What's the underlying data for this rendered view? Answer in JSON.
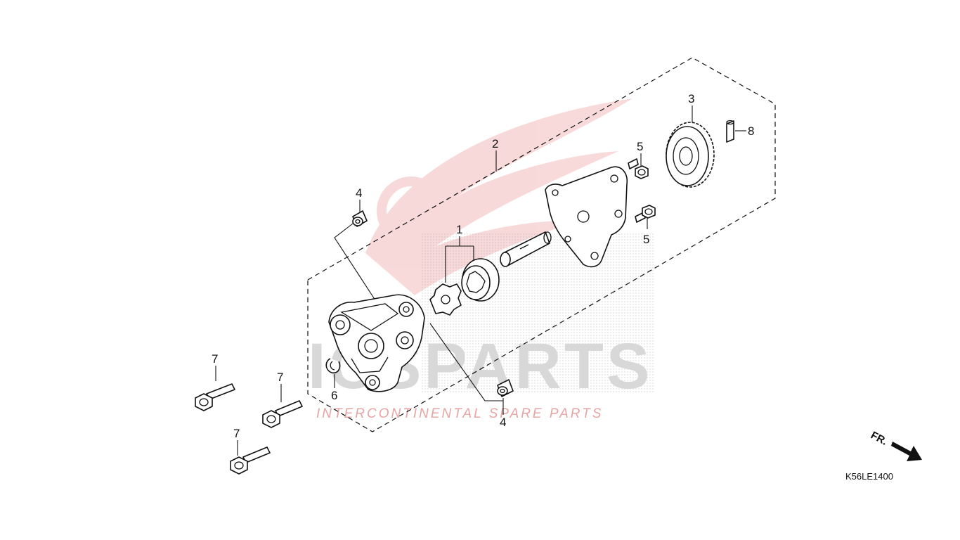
{
  "diagram": {
    "code": "K56LE1400",
    "direction_label": "FR.",
    "watermark": {
      "brand_text": "ICSPARTS",
      "tagline": "INTERCONTINENTAL SPARE PARTS",
      "wing_color": "#e25555"
    },
    "callouts": [
      {
        "id": "callout-1",
        "label": "1"
      },
      {
        "id": "callout-2",
        "label": "2"
      },
      {
        "id": "callout-3",
        "label": "3"
      },
      {
        "id": "callout-4-top",
        "label": "4"
      },
      {
        "id": "callout-4-bottom",
        "label": "4"
      },
      {
        "id": "callout-5-top",
        "label": "5"
      },
      {
        "id": "callout-5-bottom",
        "label": "5"
      },
      {
        "id": "callout-6",
        "label": "6"
      },
      {
        "id": "callout-7-a",
        "label": "7"
      },
      {
        "id": "callout-7-b",
        "label": "7"
      },
      {
        "id": "callout-7-c",
        "label": "7"
      },
      {
        "id": "callout-8",
        "label": "8"
      }
    ]
  }
}
